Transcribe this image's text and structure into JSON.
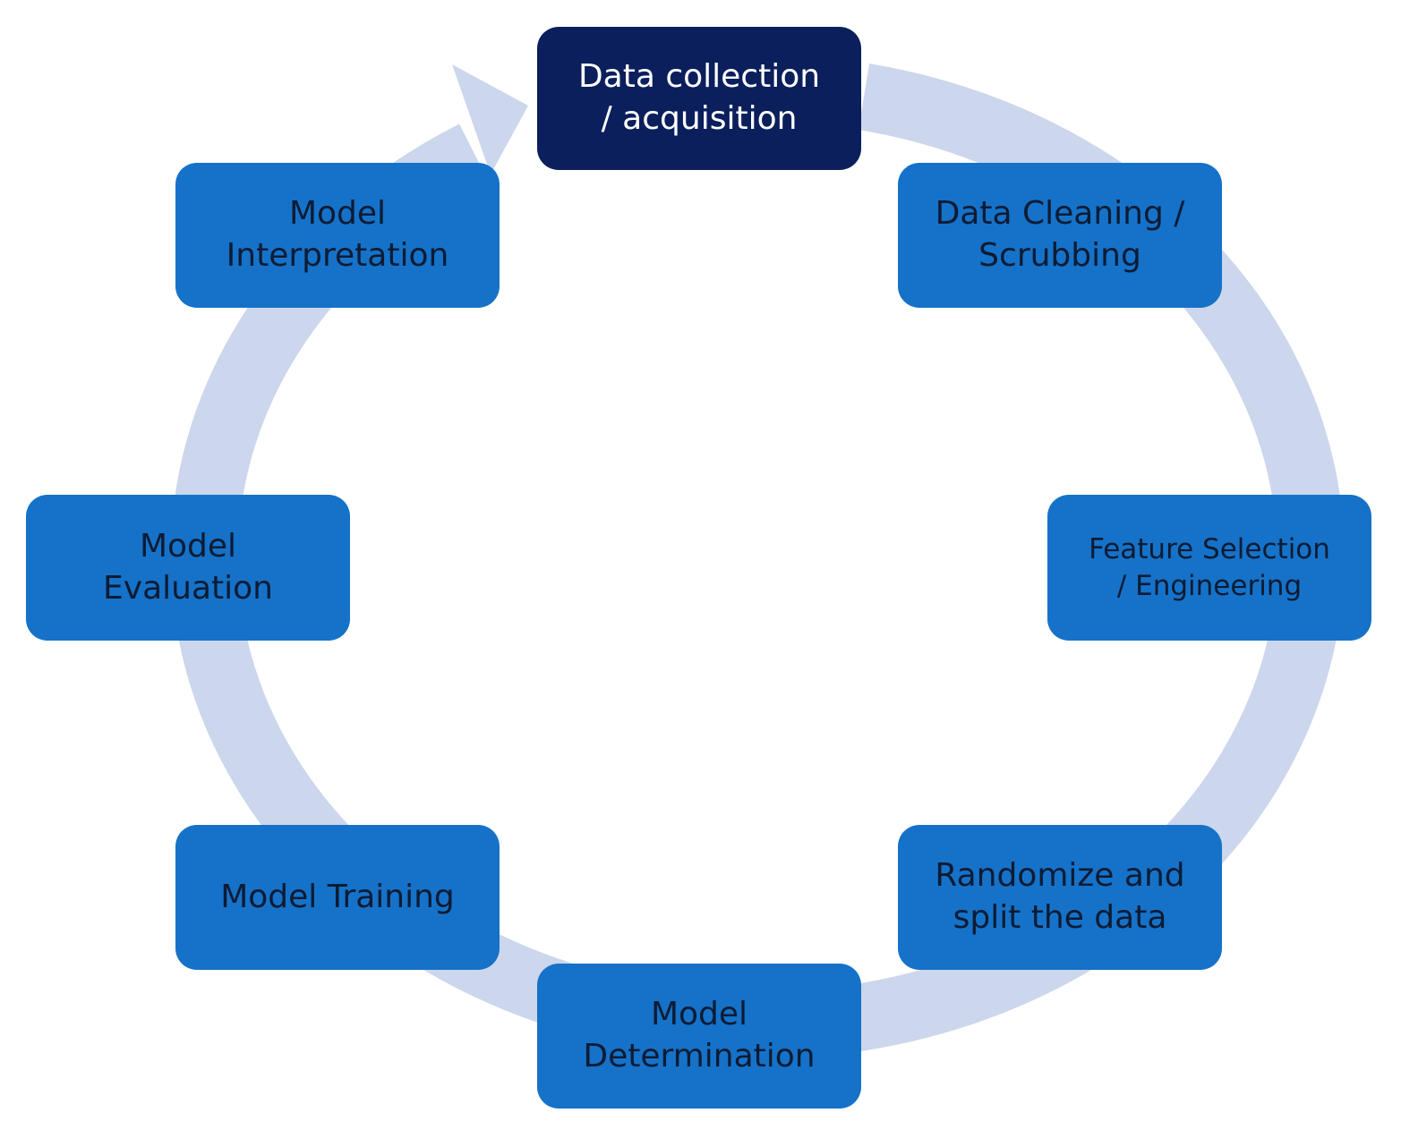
{
  "colors": {
    "ring": "#ccd6ec",
    "box": "#1572c8",
    "box_highlight": "#0b1f5c",
    "box_text": "#0d1b33",
    "box_highlight_text": "#ffffff"
  },
  "steps": [
    {
      "label": "Data collection\n/ acquisition",
      "highlighted": true
    },
    {
      "label": "Data Cleaning /\nScrubbing",
      "highlighted": false
    },
    {
      "label": "Feature Selection\n/ Engineering",
      "highlighted": false
    },
    {
      "label": "Randomize and\nsplit the data",
      "highlighted": false
    },
    {
      "label": "Model\nDetermination",
      "highlighted": false
    },
    {
      "label": "Model Training",
      "highlighted": false
    },
    {
      "label": "Model\nEvaluation",
      "highlighted": false
    },
    {
      "label": "Model\nInterpretation",
      "highlighted": false
    }
  ]
}
